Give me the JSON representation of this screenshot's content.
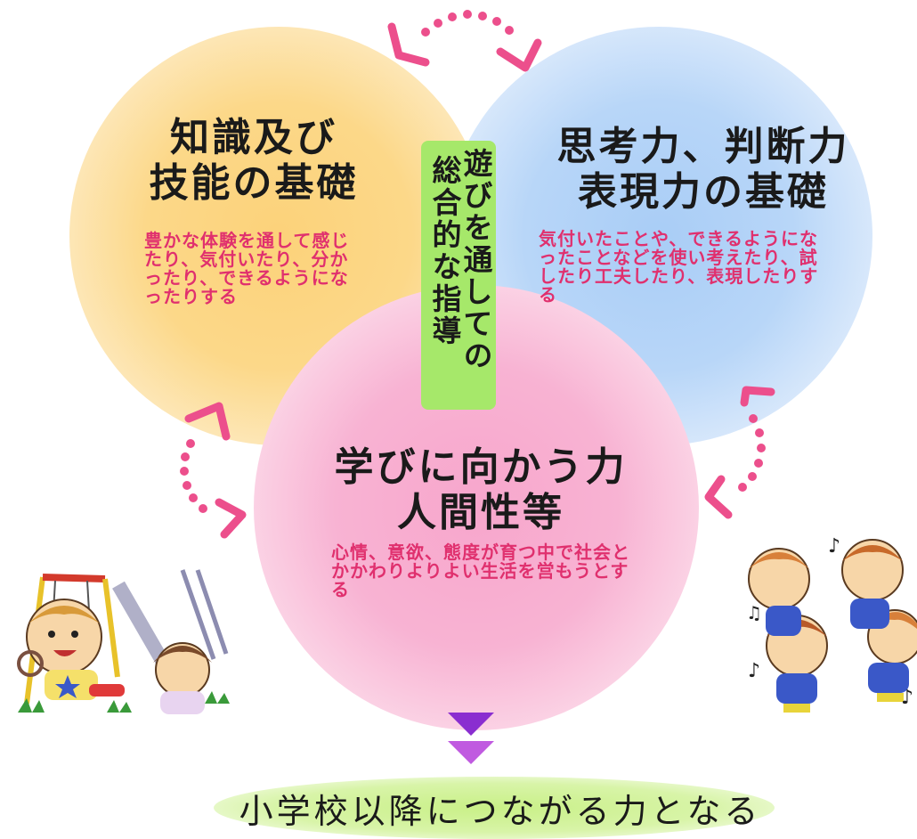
{
  "center": {
    "line1": "遊びを通しての",
    "line2": "総合的な指導"
  },
  "knowledge": {
    "title_line1": "知識及び",
    "title_line2": "技能の基礎",
    "desc": "豊かな体験を通して感じたり、気付いたり、分かったり、できるようになったりする"
  },
  "thinking": {
    "title_line1": "思考力、判断力",
    "title_line2": "表現力の基礎",
    "desc": "気付いたことや、できるようになったことなどを使い考えたり、試したり工夫したり、表現したりする"
  },
  "attitude": {
    "title_line1": "学びに向かう力",
    "title_line2": "人間性等",
    "desc": "心情、意欲、態度が育つ中で社会とかかわりよりよい生活を営もうとする"
  },
  "bottom": {
    "text": "小学校以降につながる力となる"
  },
  "colors": {
    "knowledge_circle": "#fcd27a",
    "thinking_circle": "#a9cdf6",
    "attitude_circle": "#f7a6cc",
    "center_box": "#a6e86a",
    "desc_text": "#e0306e",
    "arrow": "#ec4f8c",
    "down_arrows": "#a040d0",
    "bottom_banner": "#c9f087"
  },
  "icons": [
    "curved-arrow-top",
    "curved-arrow-left",
    "curved-arrow-right",
    "down-triangle-icon",
    "children-playground-illustration",
    "children-dancing-illustration"
  ]
}
